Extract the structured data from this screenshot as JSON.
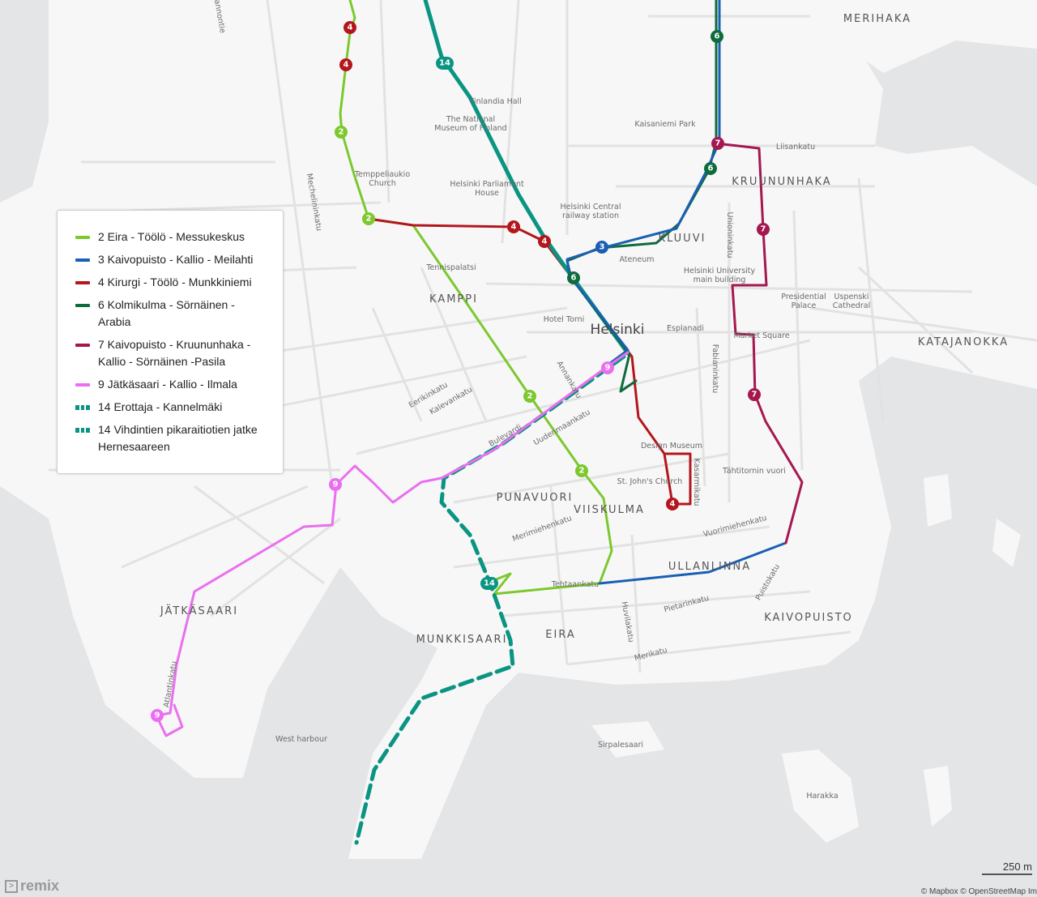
{
  "legend": {
    "items": [
      {
        "label": "2 Eira - Töölö - Messukeskus",
        "color": "#7cc82e",
        "style": "solid"
      },
      {
        "label": "3 Kaivopuisto - Kallio - Meilahti",
        "color": "#1a5fb4",
        "style": "solid"
      },
      {
        "label": "4 Kirurgi - Töölö - Munkkiniemi",
        "color": "#b3161c",
        "style": "solid"
      },
      {
        "label": "6 Kolmikulma - Sörnäinen - Arabia",
        "color": "#0e6b3b",
        "style": "solid"
      },
      {
        "label": "7 Kaivopuisto - Kruununhaka - Kallio - Sörnäinen -Pasila",
        "color": "#a4174f",
        "style": "solid"
      },
      {
        "label": "9 Jätkäsaari - Kallio - Ilmala",
        "color": "#ea6ff0",
        "style": "solid"
      },
      {
        "label": "14 Erottaja - Kannelmäki",
        "color": "#0a9482",
        "style": "dashed"
      },
      {
        "label": "14 Vihdintien pikaraitiotien jatke Hernesaareen",
        "color": "#0a9482",
        "style": "dashed"
      }
    ]
  },
  "map": {
    "city_label": "Helsinki",
    "districts": [
      "MERIHAKA",
      "KRUUNUNHAKA",
      "KLUUVI",
      "KAMPPI",
      "KATAJANOKKA",
      "PUNAVUORI",
      "VIISKULMA",
      "ULLANLINNA",
      "KAIVOPUISTO",
      "JÄTKÄSAARI",
      "MUNKKISAARI",
      "EIRA"
    ],
    "places": [
      "Finlandia Hall",
      "The National Museum of Finland",
      "Kaisaniemi Park",
      "Liisankatu",
      "Temppeliaukio Church",
      "Helsinki Parliament House",
      "Helsinki Central railway station",
      "Tennispalatsi",
      "Ateneum",
      "Helsinki University main building",
      "Presidential Palace",
      "Uspenski Cathedral",
      "Hotel Torni",
      "Esplanadi",
      "Market Square",
      "Design Museum",
      "St. John's Church",
      "Tähtitornin vuori",
      "West harbour",
      "Sirpalesaari",
      "Harakka"
    ],
    "streets": [
      "Mechelininkatu",
      "Unioninkatu",
      "Fabianinkatu",
      "Annankatu",
      "Eerikinkatu",
      "Kalevankatu",
      "Bulevardi",
      "Uudenmaankatu",
      "Merimiehenkatu",
      "Kasarmikatu",
      "Vuorimiehenkatu",
      "Tehtaankatu",
      "Pietarinkatu",
      "Huvilakatu",
      "Merikatu",
      "Puistokatu",
      "Atlantinkatu",
      "kannontie"
    ],
    "route_badges": [
      "2",
      "3",
      "4",
      "6",
      "7",
      "9",
      "14"
    ]
  },
  "footer": {
    "logo": "remix",
    "scale": "250 m",
    "attribution": "© Mapbox © OpenStreetMap Im"
  }
}
